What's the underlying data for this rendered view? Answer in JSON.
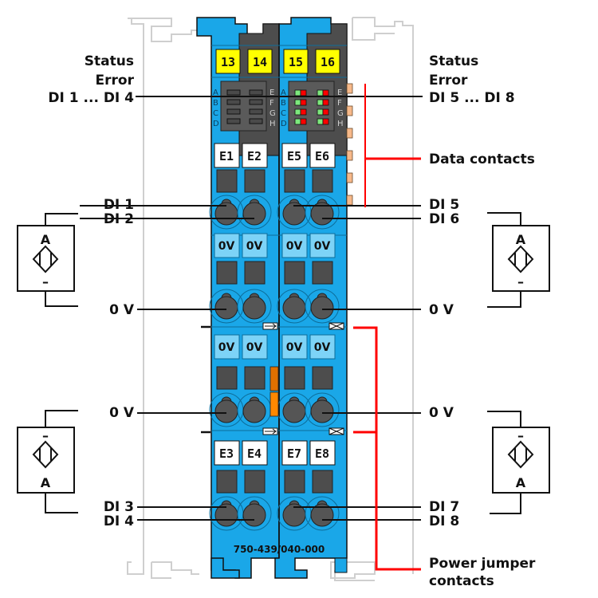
{
  "title": "750-439/040-000 terminal connection diagram",
  "model_number": "750-439/040-000",
  "colors": {
    "module_blue": "#1aa7e8",
    "light_blue": "#7dd3f7",
    "dark_gray": "#4d4d4d",
    "yellow": "#ffff00",
    "led_green": "#7de87d",
    "led_red": "#ff0000",
    "contact_orange": "#f7b98a",
    "jumper_orange": "#ff8800",
    "callout_red": "#ff0000",
    "rail_gray": "#cccccc"
  },
  "top_numbers": [
    "13",
    "14",
    "15",
    "16"
  ],
  "led_letters_left": [
    "A",
    "B",
    "C",
    "D"
  ],
  "led_letters_right": [
    "E",
    "F",
    "G",
    "H"
  ],
  "terminal_labels": {
    "row1": [
      "E1",
      "E2",
      "E5",
      "E6"
    ],
    "row2": [
      "0V",
      "0V",
      "0V",
      "0V"
    ],
    "row3": [
      "0V",
      "0V",
      "0V",
      "0V"
    ],
    "row4": [
      "E3",
      "E4",
      "E7",
      "E8"
    ]
  },
  "labels_left": {
    "status": "Status",
    "error": "Error",
    "di_range": "DI 1 ... DI 4",
    "di1": "DI 1",
    "di2": "DI 2",
    "ov1": "0 V",
    "ov2": "0 V",
    "di3": "DI 3",
    "di4": "DI 4"
  },
  "labels_right": {
    "status": "Status",
    "error": "Error",
    "di_range": "DI 5 ... DI 8",
    "data_contacts": "Data contacts",
    "di5": "DI 5",
    "di6": "DI 6",
    "ov1": "0 V",
    "ov2": "0 V",
    "di7": "DI 7",
    "di8": "DI 8",
    "power_jumper_1": "Power jumper",
    "power_jumper_2": "contacts"
  },
  "sensors": [
    {
      "position": "left-top",
      "top_symbol": "A",
      "bottom_symbol": "–"
    },
    {
      "position": "left-bottom",
      "top_symbol": "–",
      "bottom_symbol": "A"
    },
    {
      "position": "right-top",
      "top_symbol": "A",
      "bottom_symbol": "–"
    },
    {
      "position": "right-bottom",
      "top_symbol": "–",
      "bottom_symbol": "A"
    }
  ]
}
